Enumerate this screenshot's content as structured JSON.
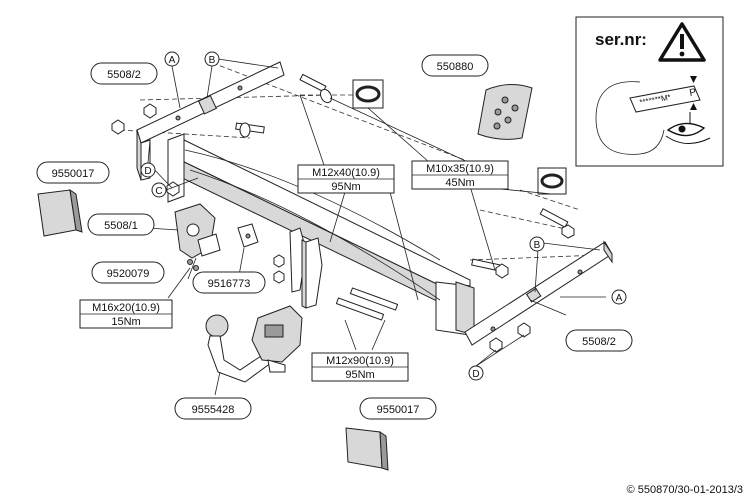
{
  "labels": {
    "part_5508_2_top": "5508/2",
    "part_5508_2_right": "5508/2",
    "part_5508_1": "5508/1",
    "part_550880": "550880",
    "part_9550017_top": "9550017",
    "part_9550017_bottom": "9550017",
    "part_9520079": "9520079",
    "part_9516773": "9516773",
    "part_9555428": "9555428"
  },
  "letters": {
    "a_top": "A",
    "b_top": "B",
    "c": "C",
    "d_left": "D",
    "b_right": "B",
    "a_right": "A",
    "d_right": "D"
  },
  "bolts": {
    "m12x40": "M12x40(10.9)",
    "m12x40_torque": "95Nm",
    "m10x35": "M10x35(10.9)",
    "m10x35_torque": "45Nm",
    "m16x20": "M16x20(10.9)",
    "m16x20_torque": "15Nm",
    "m12x90": "M12x90(10.9)",
    "m12x90_torque": "95Nm"
  },
  "warning": {
    "title": "ser.nr:",
    "plate_text": "*******M*",
    "plate_p": "P"
  },
  "copyright": "© 550870/30-01-2013/3"
}
